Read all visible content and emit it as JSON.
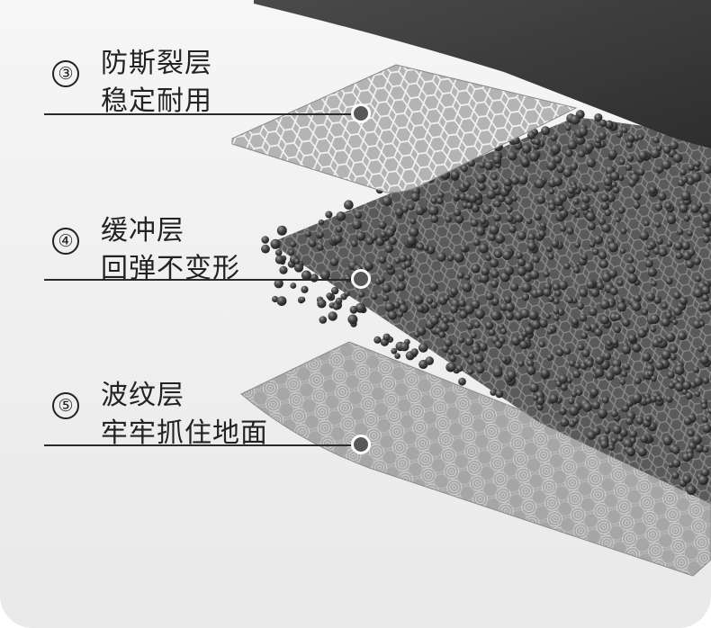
{
  "layers": [
    {
      "number": "③",
      "title": "防斯裂层",
      "subtitle": "稳定耐用"
    },
    {
      "number": "④",
      "title": "缓冲层",
      "subtitle": "回弹不变形"
    },
    {
      "number": "⑤",
      "title": "波纹层",
      "subtitle": "牢牢抓住地面"
    }
  ],
  "colors": {
    "top_mat": "#3a3a3a",
    "hex_mesh": "#9a9a9a",
    "beads": "#4a4a4a",
    "wave_base": "#a9a9a9"
  }
}
